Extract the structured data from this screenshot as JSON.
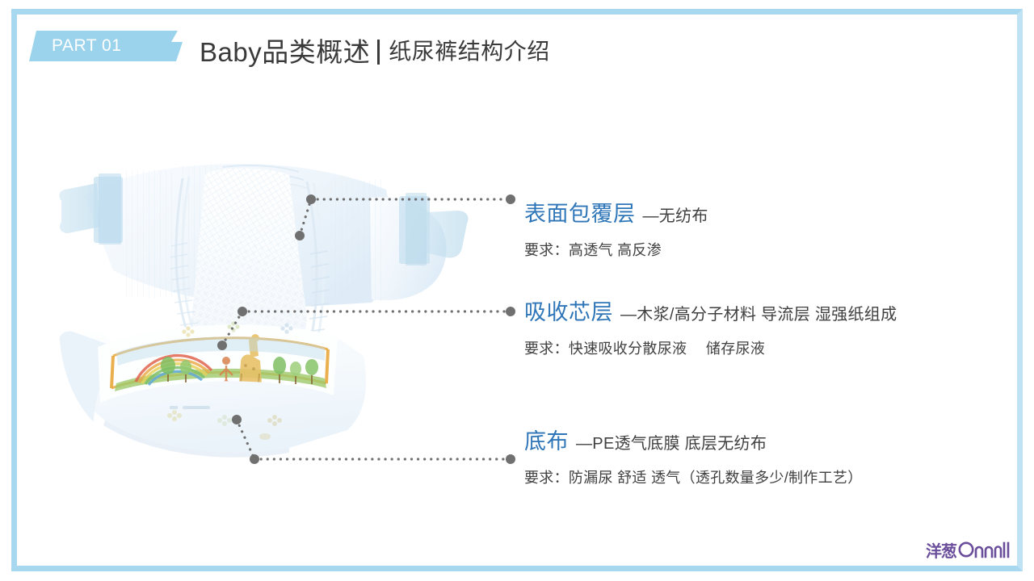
{
  "slide": {
    "background_color": "#ffffff",
    "frame_color": "#a8d8ef"
  },
  "header": {
    "badge": {
      "label": "PART 01",
      "fill_color": "#9bd3ec",
      "text_color": "#ffffff"
    },
    "title_main": "Baby品类概述",
    "title_divider": "|",
    "title_sub": "纸尿裤结构介绍",
    "title_color": "#3a3a3a"
  },
  "artwork": {
    "name": "baby-diaper-photo",
    "description": "纸尿裤产品图",
    "waistband_pattern": "彩虹 长颈鹿 树木 花朵"
  },
  "callouts": [
    {
      "id": "surface-layer",
      "term": "表面包覆层",
      "desc": "—无纺布",
      "requirement": "要求：高透气 高反渗",
      "term_color": "#2f76b8"
    },
    {
      "id": "absorbent-core",
      "term": "吸收芯层",
      "desc": "—木浆/高分子材料  导流层  湿强纸组成",
      "requirement": "要求：快速吸收分散尿液　 储存尿液",
      "term_color": "#2f76b8"
    },
    {
      "id": "backsheet",
      "term": "底布",
      "desc": "—PE透气底膜  底层无纺布",
      "requirement": "要求：防漏尿  舒适  透气（透孔数量多少/制作工艺）",
      "term_color": "#2f76b8"
    }
  ],
  "leader_lines": {
    "dot_color": "#707070",
    "count": 3
  },
  "logo": {
    "cn_text": "洋葱",
    "en_text": "OMALL",
    "color": "#6b4e9b"
  }
}
